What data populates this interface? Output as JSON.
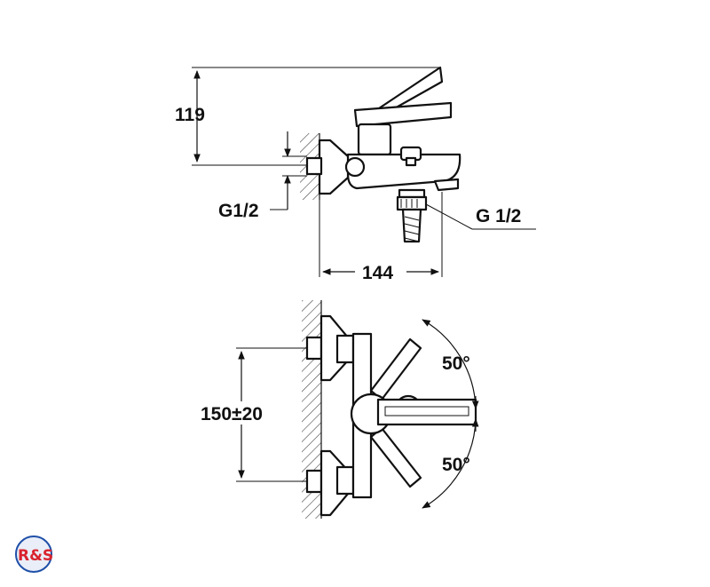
{
  "diagram": {
    "dimensions": {
      "height_side": "119",
      "inlet_left": "G1/2",
      "outlet_right": "G 1/2",
      "depth": "144",
      "spacing": "150±20",
      "angle_upper": "50°",
      "angle_lower": "50°"
    },
    "logo": {
      "text": "R&S",
      "colors": {
        "red": "#d9232e",
        "blue": "#1f4fa8"
      }
    }
  }
}
